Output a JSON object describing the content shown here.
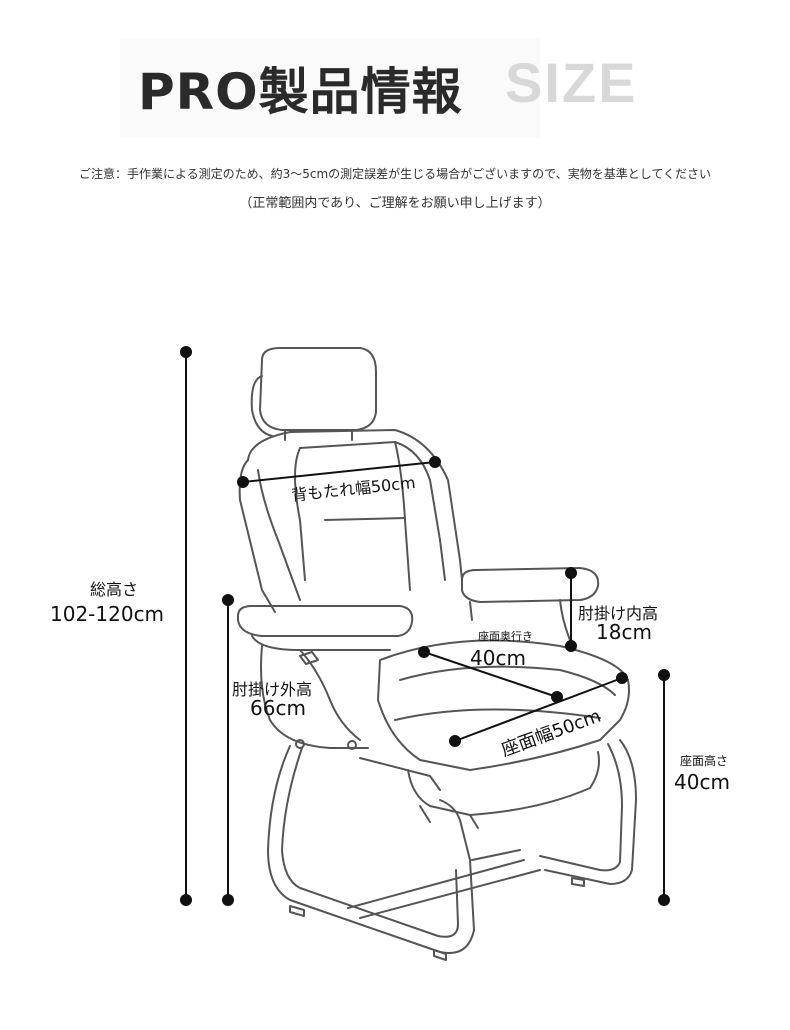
{
  "header": {
    "title": "PRO製品情報",
    "size_word": "SIZE"
  },
  "notes": {
    "line1": "ご注意：手作業による測定のため、約3～5cmの測定誤差が生じる場合がございますので、実物を基準としてください",
    "line2": "（正常範囲内であり、ご理解をお願い申し上げます）"
  },
  "dimensions": {
    "total_height_label": "総高さ",
    "total_height_value": "102-120cm",
    "backrest_width": "背もたれ幅50cm",
    "armrest_outer_label": "肘掛け外高",
    "armrest_outer_value": "66cm",
    "armrest_inner_label": "肘掛け内高",
    "armrest_inner_value": "18cm",
    "seat_depth_label": "座面奥行き",
    "seat_depth_value": "40cm",
    "seat_width": "座面幅50cm",
    "seat_height_label": "座面高さ",
    "seat_height_value": "40cm"
  },
  "colors": {
    "line": "#111111",
    "chair_stroke": "#555555"
  }
}
